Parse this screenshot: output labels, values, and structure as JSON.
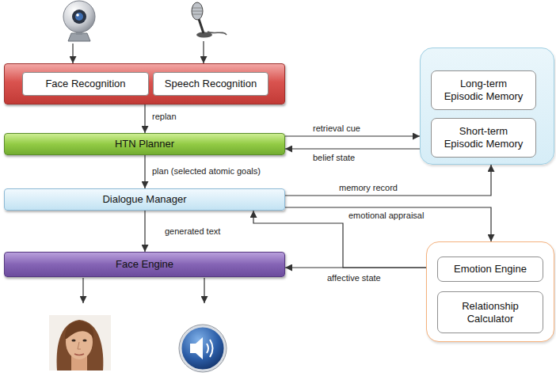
{
  "diagram": {
    "nodes": [
      {
        "text": []
      },
      {
        "text": [
          "Face Recognition"
        ],
        "in": 0
      },
      {
        "text": [
          "Speech Recognition"
        ],
        "in": 0
      },
      {
        "text": []
      },
      {
        "text": [
          "Long-term Episodic Memory"
        ],
        "in": 3
      },
      {
        "text": [
          "Short-term Episodic Memory"
        ],
        "in": 3
      },
      {
        "text": [
          "HTN Planner"
        ]
      },
      {
        "text": [
          "Dialogue Manager"
        ]
      },
      {
        "text": []
      },
      {
        "text": [
          "Emotion Engine"
        ],
        "in": 8
      },
      {
        "text": [
          "Relationship Calculator"
        ],
        "in": 8
      },
      {
        "text": [
          "Face Engine"
        ]
      }
    ],
    "edges": [
      {
        "from": 0,
        "to": 6,
        "label": "replan",
        "arrow": "to"
      },
      {
        "from": 6,
        "to": 7,
        "label": "plan (selected atomic goals)",
        "arrow": "to"
      },
      {
        "from": 7,
        "to": 11,
        "label": "generated text",
        "arrow": "to"
      },
      {
        "from": 6,
        "to": 3,
        "label": "retrieval cue",
        "arrow": "to"
      },
      {
        "from": 3,
        "to": 6,
        "label": "belief state",
        "arrow": "to"
      },
      {
        "from": 7,
        "to": 3,
        "label": "memory record",
        "arrow": "to"
      },
      {
        "from": 7,
        "to": 8,
        "label": "emotional appraisal",
        "arrow": "to"
      },
      {
        "from": 8,
        "to": 11,
        "label": "affective state",
        "arrow": "to"
      },
      {
        "from": 8,
        "to": 7,
        "arrow": "to"
      }
    ]
  }
}
